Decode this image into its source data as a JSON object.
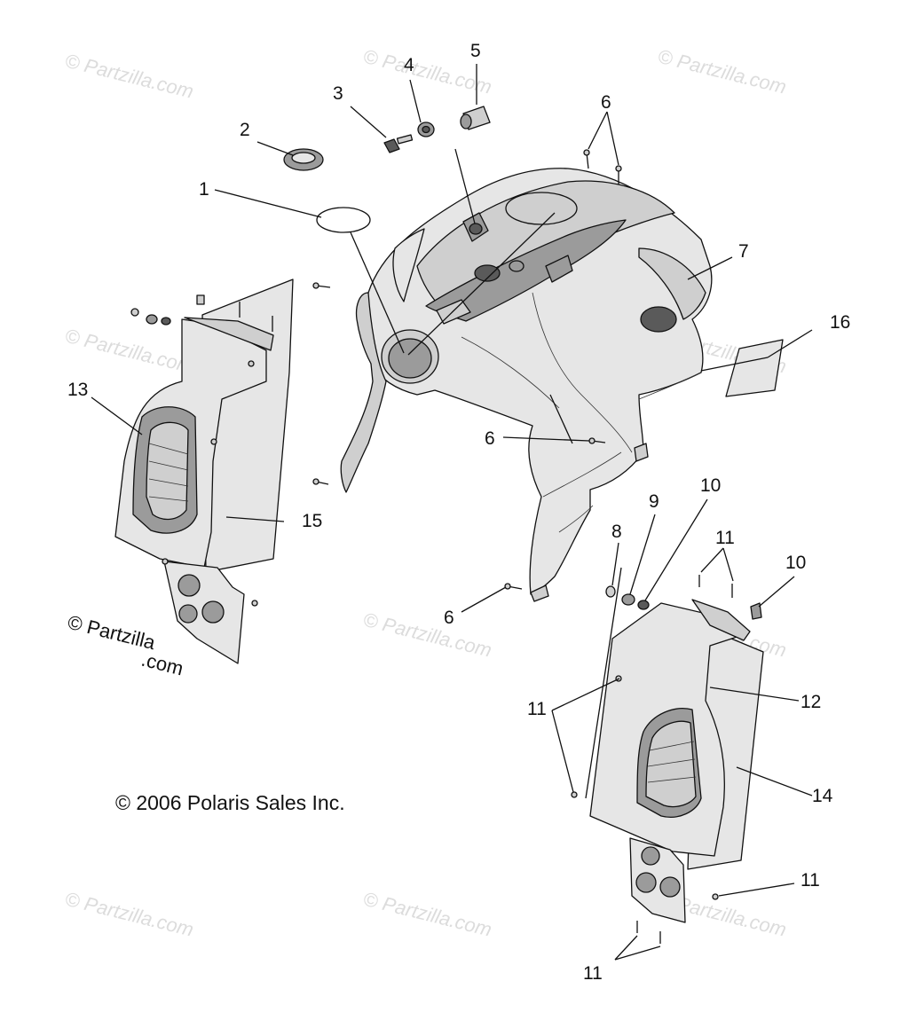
{
  "watermark": "© Partzilla.com",
  "copyright": "© 2006 Polaris Sales Inc.",
  "brand": {
    "line1": "© Partzilla",
    "line2": ".com"
  },
  "callouts": [
    "1",
    "2",
    "3",
    "4",
    "5",
    "6",
    "6",
    "6",
    "6",
    "7",
    "8",
    "9",
    "10",
    "10",
    "11",
    "11",
    "11",
    "11",
    "12",
    "13",
    "14",
    "15",
    "16"
  ]
}
